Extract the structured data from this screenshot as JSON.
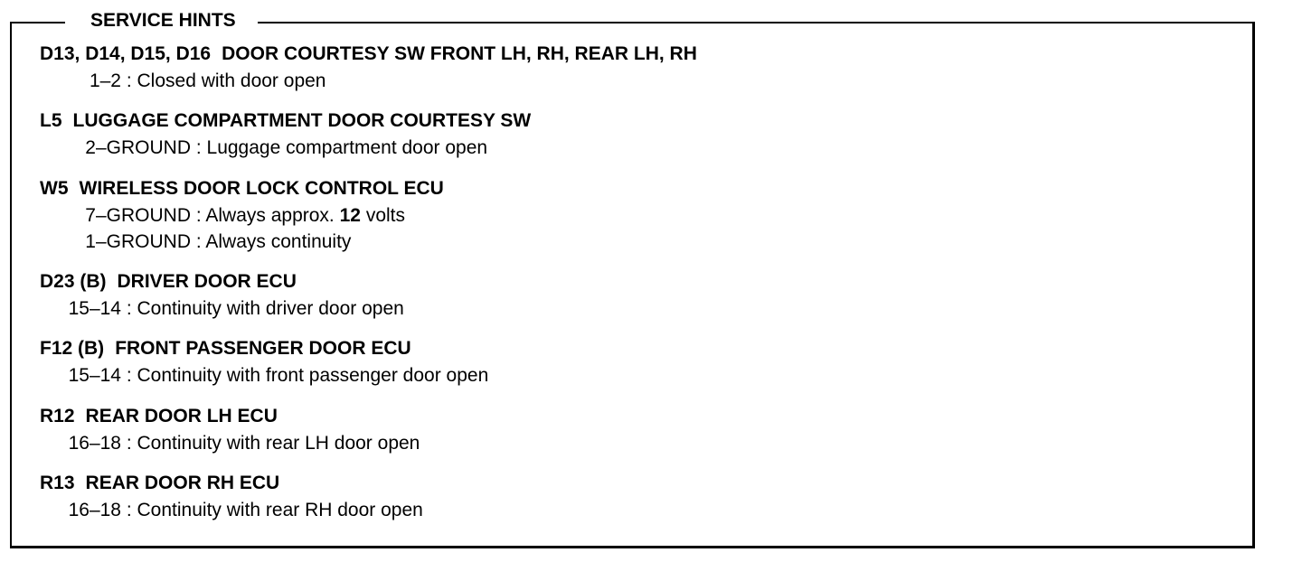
{
  "title": "SERVICE HINTS",
  "sections": [
    {
      "code": "D13, D14, D15, D16",
      "name": "DOOR COURTESY SW FRONT LH, RH, REAR LH, RH",
      "rows": [
        {
          "pins": "1–2",
          "condition": "Closed with door open"
        }
      ]
    },
    {
      "code": "L5",
      "name": "LUGGAGE COMPARTMENT DOOR COURTESY SW",
      "rows": [
        {
          "pins": "2–GROUND",
          "condition": "Luggage compartment door open"
        }
      ]
    },
    {
      "code": "W5",
      "name": "WIRELESS DOOR LOCK CONTROL ECU",
      "rows": [
        {
          "pins": "7–GROUND",
          "condition_pre": "Always approx.",
          "condition_value": "12",
          "condition_post": "volts"
        },
        {
          "pins": "1–GROUND",
          "condition": "Always continuity"
        }
      ]
    },
    {
      "code": "D23 (B)",
      "name": "DRIVER DOOR ECU",
      "rows": [
        {
          "pins": "15–14",
          "condition": "Continuity with driver door open"
        }
      ]
    },
    {
      "code": "F12 (B)",
      "name": "FRONT PASSENGER DOOR ECU",
      "rows": [
        {
          "pins": "15–14",
          "condition": "Continuity with front passenger door open"
        }
      ]
    },
    {
      "code": "R12",
      "name": "REAR DOOR LH ECU",
      "rows": [
        {
          "pins": "16–18",
          "condition": "Continuity with rear LH door open"
        }
      ]
    },
    {
      "code": "R13",
      "name": "REAR DOOR RH ECU",
      "rows": [
        {
          "pins": "16–18",
          "condition": "Continuity with rear RH door open"
        }
      ]
    }
  ]
}
